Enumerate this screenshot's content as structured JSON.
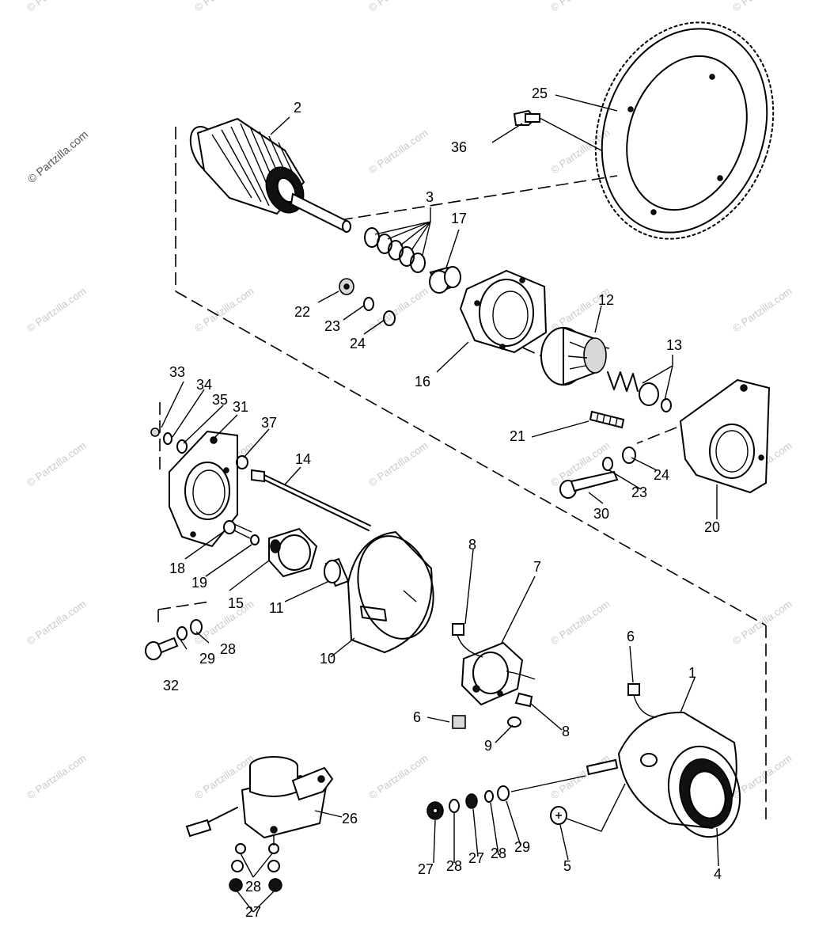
{
  "watermark": {
    "main": "© Partzilla.com",
    "tile": "© Partzilla.com"
  },
  "callouts": [
    {
      "id": "c25",
      "text": "25"
    },
    {
      "id": "c2",
      "text": "2"
    },
    {
      "id": "c36",
      "text": "36"
    },
    {
      "id": "c3",
      "text": "3"
    },
    {
      "id": "c17",
      "text": "17"
    },
    {
      "id": "c22",
      "text": "22"
    },
    {
      "id": "c23a",
      "text": "23"
    },
    {
      "id": "c24a",
      "text": "24"
    },
    {
      "id": "c12",
      "text": "12"
    },
    {
      "id": "c13",
      "text": "13"
    },
    {
      "id": "c16",
      "text": "16"
    },
    {
      "id": "c33",
      "text": "33"
    },
    {
      "id": "c34",
      "text": "34"
    },
    {
      "id": "c35",
      "text": "35"
    },
    {
      "id": "c31",
      "text": "31"
    },
    {
      "id": "c37",
      "text": "37"
    },
    {
      "id": "c14",
      "text": "14"
    },
    {
      "id": "c21",
      "text": "21"
    },
    {
      "id": "c24b",
      "text": "24"
    },
    {
      "id": "c23b",
      "text": "23"
    },
    {
      "id": "c30",
      "text": "30"
    },
    {
      "id": "c20",
      "text": "20"
    },
    {
      "id": "c18",
      "text": "18"
    },
    {
      "id": "c19",
      "text": "19"
    },
    {
      "id": "c15",
      "text": "15"
    },
    {
      "id": "c11",
      "text": "11"
    },
    {
      "id": "c8a",
      "text": "8"
    },
    {
      "id": "c7",
      "text": "7"
    },
    {
      "id": "c28a",
      "text": "28"
    },
    {
      "id": "c29a",
      "text": "29"
    },
    {
      "id": "c32",
      "text": "32"
    },
    {
      "id": "c10",
      "text": "10"
    },
    {
      "id": "c6a",
      "text": "6"
    },
    {
      "id": "c1",
      "text": "1"
    },
    {
      "id": "c6b",
      "text": "6"
    },
    {
      "id": "c9",
      "text": "9"
    },
    {
      "id": "c8b",
      "text": "8"
    },
    {
      "id": "c26",
      "text": "26"
    },
    {
      "id": "c27a",
      "text": "27"
    },
    {
      "id": "c28b",
      "text": "28"
    },
    {
      "id": "c27b",
      "text": "27"
    },
    {
      "id": "c28c",
      "text": "28"
    },
    {
      "id": "c29b",
      "text": "29"
    },
    {
      "id": "c5",
      "text": "5"
    },
    {
      "id": "c4",
      "text": "4"
    },
    {
      "id": "c28d",
      "text": "28"
    },
    {
      "id": "c27c",
      "text": "27"
    }
  ],
  "parts": [
    {
      "name": "armature-icon"
    },
    {
      "name": "ring-gear-icon"
    },
    {
      "name": "starter-housing-icon"
    },
    {
      "name": "solenoid-icon"
    }
  ]
}
